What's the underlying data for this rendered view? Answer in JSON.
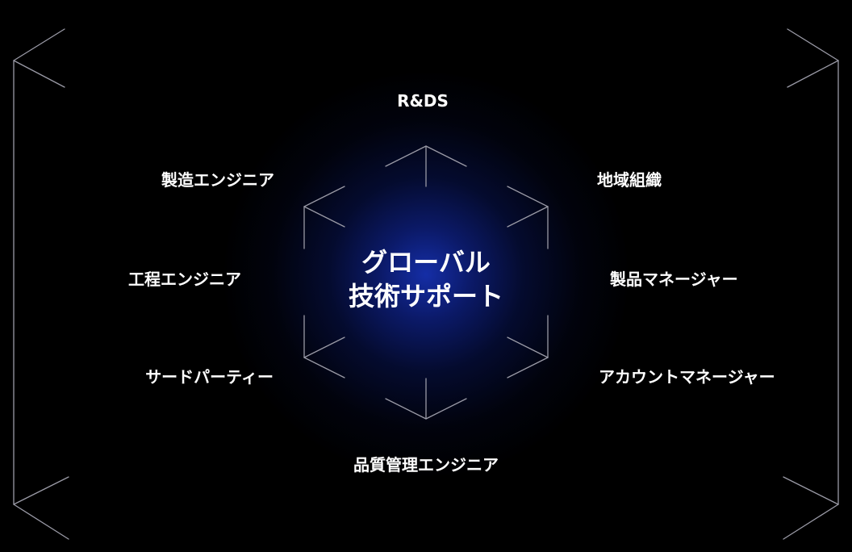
{
  "center": {
    "line1": "グローバル",
    "line2": "技術サポート"
  },
  "roles": {
    "top": "R&DS",
    "upper_left": "製造エンジニア",
    "upper_right": "地域組織",
    "middle_left": "工程エンジニア",
    "middle_right": "製品マネージャー",
    "lower_left": "サードパーティー",
    "lower_right": "アカウントマネージャー",
    "bottom": "品質管理エンジニア"
  },
  "colors": {
    "background": "#000000",
    "glow": "#1630af",
    "lines": "#9a9aa6",
    "text": "#ffffff"
  }
}
